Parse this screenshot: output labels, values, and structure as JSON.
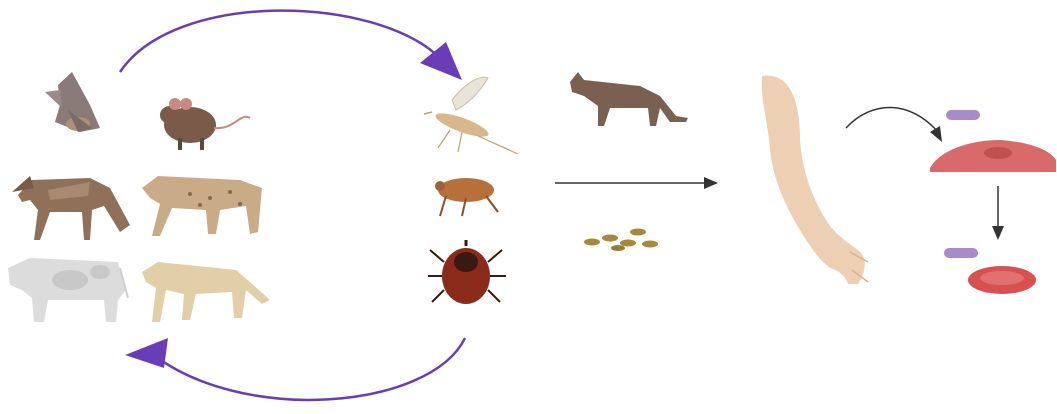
{
  "diagram": {
    "reservoir_hosts": [
      "bat",
      "mouse",
      "coyote",
      "bobcat",
      "cow",
      "cougar"
    ],
    "vectors": [
      "mosquito",
      "flea",
      "tick"
    ],
    "transmission_sources": [
      "cat",
      "feces"
    ],
    "human_host": "arm",
    "cell_targets": [
      "endothelial-cell",
      "red-blood-cell"
    ],
    "colors": {
      "cycle_arrow": "#6a3db8",
      "flow_arrow": "#333333",
      "bacterium": "#a98bc9",
      "endothelial_cell": "#d86a6a",
      "red_blood_cell": "#d85050",
      "skin": "#edcfb3"
    }
  }
}
